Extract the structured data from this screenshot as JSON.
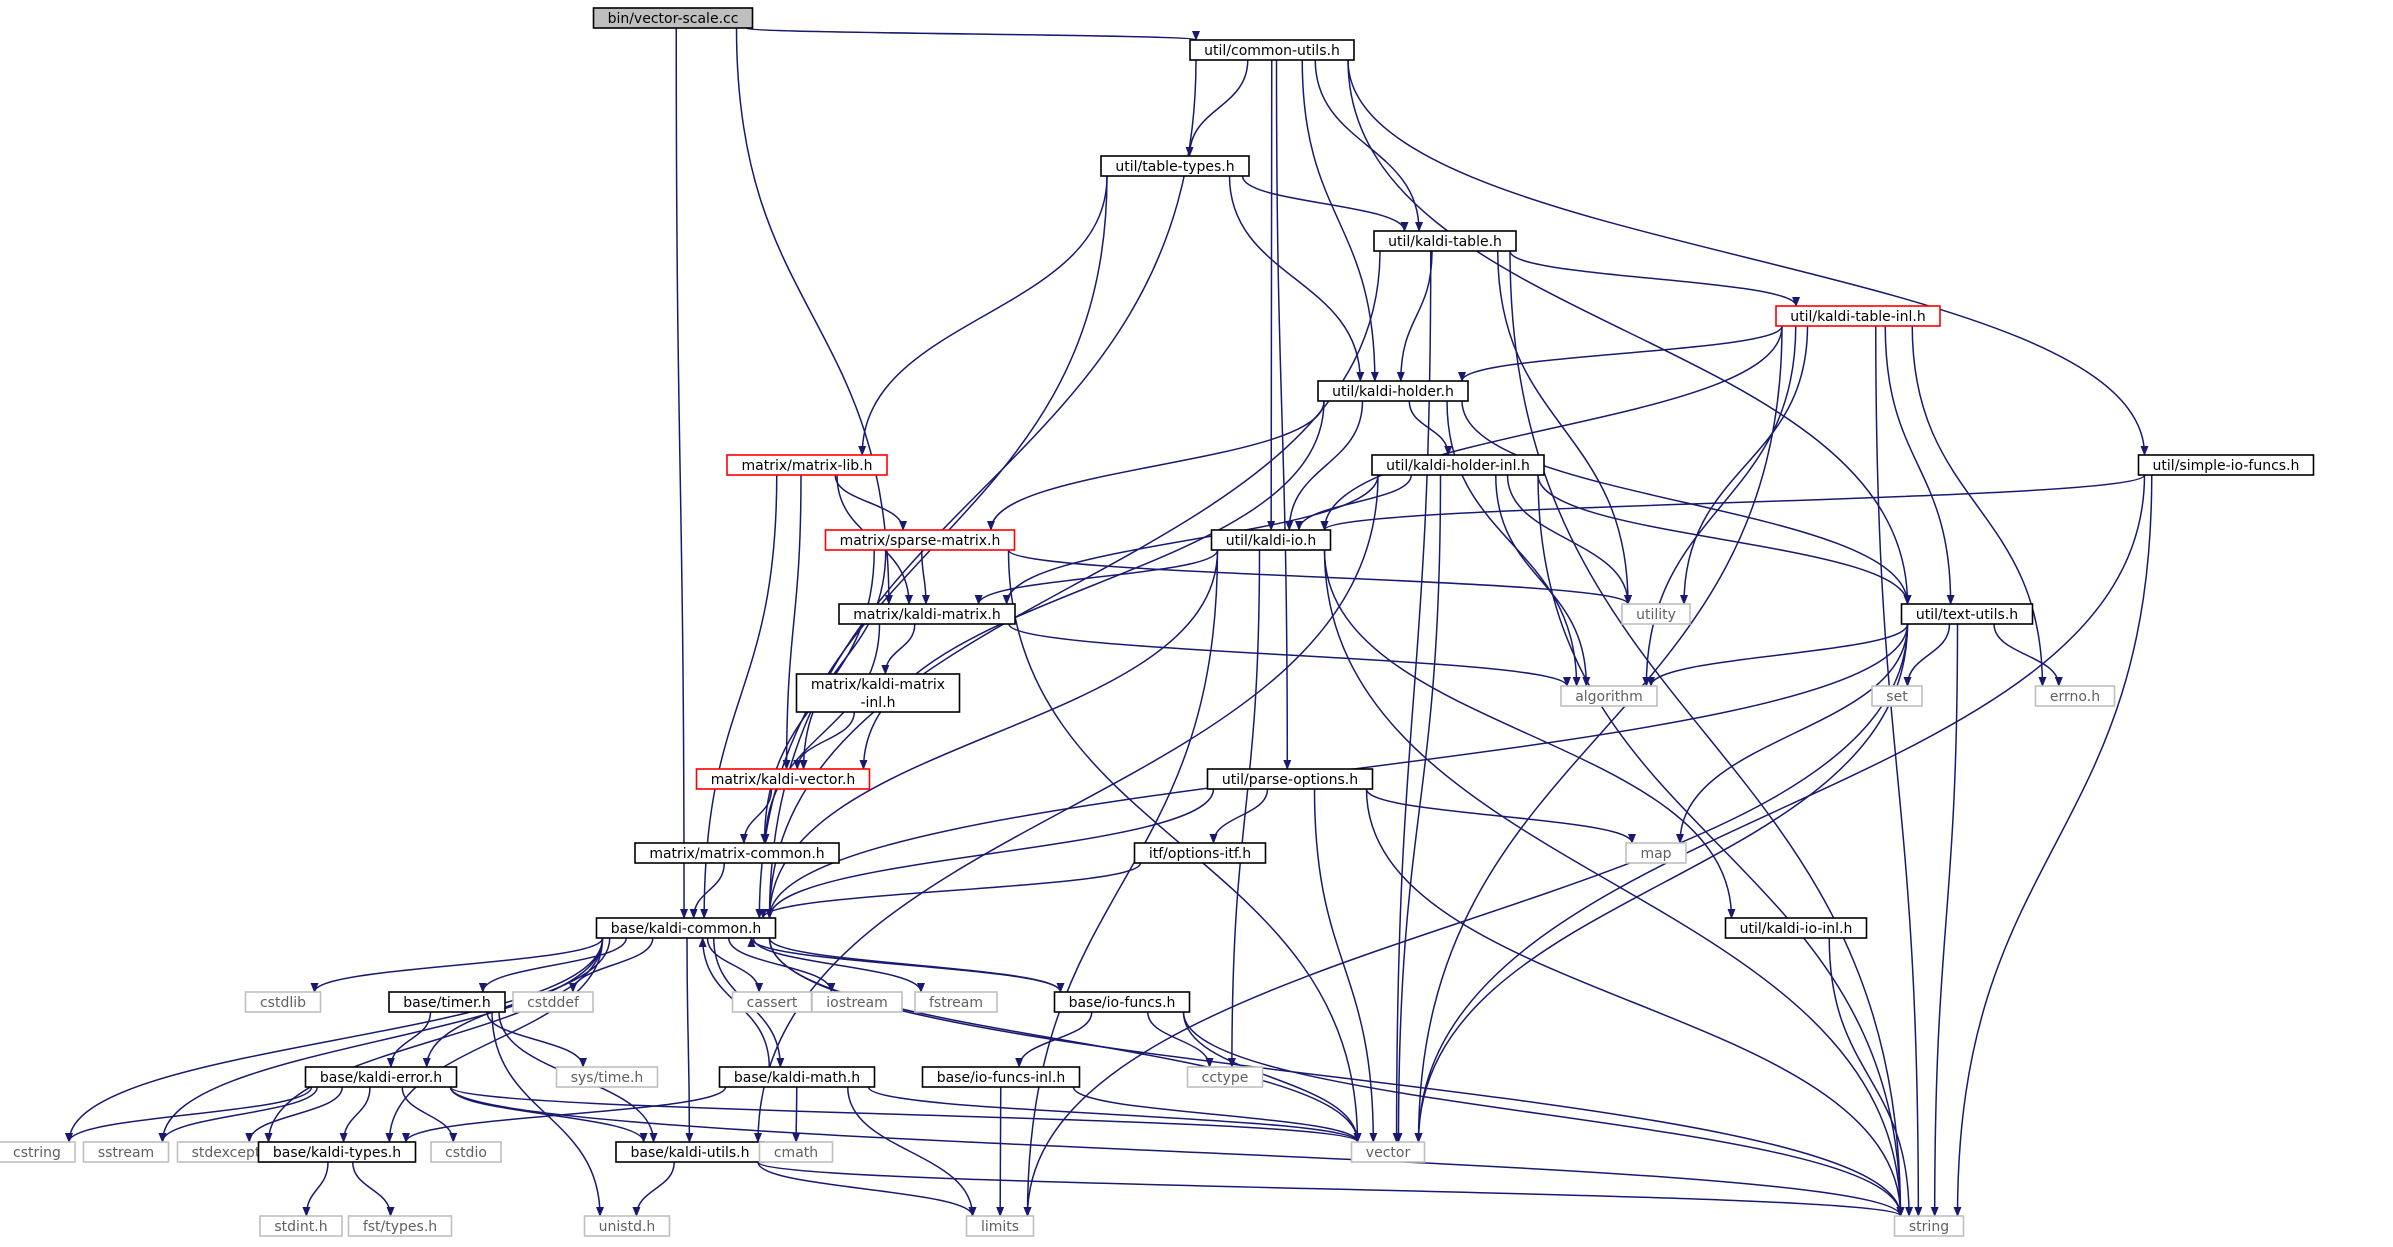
{
  "diagram_type": "include-dependency-graph",
  "colors": {
    "edge": "#191970",
    "root_fill": "#bfbfbf",
    "documented_border": "#000000",
    "truncated_border": "#ff0000",
    "system_border": "#bfbfbf",
    "system_text": "#606060"
  },
  "nodes": [
    {
      "id": "vector-scale",
      "label": "bin/vector-scale.cc",
      "kind": "root"
    },
    {
      "id": "common-utils",
      "label": "util/common-utils.h",
      "kind": "file"
    },
    {
      "id": "table-types",
      "label": "util/table-types.h",
      "kind": "file"
    },
    {
      "id": "kaldi-table",
      "label": "util/kaldi-table.h",
      "kind": "file"
    },
    {
      "id": "kaldi-table-inl",
      "label": "util/kaldi-table-inl.h",
      "kind": "truncated"
    },
    {
      "id": "kaldi-holder",
      "label": "util/kaldi-holder.h",
      "kind": "file"
    },
    {
      "id": "kaldi-holder-inl",
      "label": "util/kaldi-holder-inl.h",
      "kind": "file"
    },
    {
      "id": "simple-io-funcs",
      "label": "util/simple-io-funcs.h",
      "kind": "file"
    },
    {
      "id": "matrix-lib",
      "label": "matrix/matrix-lib.h",
      "kind": "truncated"
    },
    {
      "id": "sparse-matrix",
      "label": "matrix/sparse-matrix.h",
      "kind": "truncated"
    },
    {
      "id": "kaldi-io",
      "label": "util/kaldi-io.h",
      "kind": "file"
    },
    {
      "id": "kaldi-matrix",
      "label": "matrix/kaldi-matrix.h",
      "kind": "file"
    },
    {
      "id": "utility",
      "label": "utility",
      "kind": "system"
    },
    {
      "id": "text-utils",
      "label": "util/text-utils.h",
      "kind": "file"
    },
    {
      "id": "kaldi-matrix-inl",
      "label": "matrix/kaldi-matrix\n-inl.h",
      "kind": "file"
    },
    {
      "id": "algorithm",
      "label": "algorithm",
      "kind": "system"
    },
    {
      "id": "set",
      "label": "set",
      "kind": "system"
    },
    {
      "id": "errno",
      "label": "errno.h",
      "kind": "system"
    },
    {
      "id": "kaldi-vector",
      "label": "matrix/kaldi-vector.h",
      "kind": "truncated"
    },
    {
      "id": "parse-options",
      "label": "util/parse-options.h",
      "kind": "file"
    },
    {
      "id": "matrix-common",
      "label": "matrix/matrix-common.h",
      "kind": "file"
    },
    {
      "id": "options-itf",
      "label": "itf/options-itf.h",
      "kind": "file"
    },
    {
      "id": "map",
      "label": "map",
      "kind": "system"
    },
    {
      "id": "kaldi-common",
      "label": "base/kaldi-common.h",
      "kind": "file"
    },
    {
      "id": "kaldi-io-inl",
      "label": "util/kaldi-io-inl.h",
      "kind": "file"
    },
    {
      "id": "cstdlib",
      "label": "cstdlib",
      "kind": "system"
    },
    {
      "id": "timer",
      "label": "base/timer.h",
      "kind": "file"
    },
    {
      "id": "cstddef",
      "label": "cstddef",
      "kind": "system"
    },
    {
      "id": "cassert",
      "label": "cassert",
      "kind": "system"
    },
    {
      "id": "iostream",
      "label": "iostream",
      "kind": "system"
    },
    {
      "id": "fstream",
      "label": "fstream",
      "kind": "system"
    },
    {
      "id": "io-funcs",
      "label": "base/io-funcs.h",
      "kind": "file"
    },
    {
      "id": "sys-time",
      "label": "sys/time.h",
      "kind": "system"
    },
    {
      "id": "cctype",
      "label": "cctype",
      "kind": "system"
    },
    {
      "id": "kaldi-error",
      "label": "base/kaldi-error.h",
      "kind": "file"
    },
    {
      "id": "kaldi-math",
      "label": "base/kaldi-math.h",
      "kind": "file"
    },
    {
      "id": "io-funcs-inl",
      "label": "base/io-funcs-inl.h",
      "kind": "file"
    },
    {
      "id": "cstring",
      "label": "cstring",
      "kind": "system"
    },
    {
      "id": "sstream",
      "label": "sstream",
      "kind": "system"
    },
    {
      "id": "stdexcept",
      "label": "stdexcept",
      "kind": "system"
    },
    {
      "id": "kaldi-types",
      "label": "base/kaldi-types.h",
      "kind": "file"
    },
    {
      "id": "cstdio",
      "label": "cstdio",
      "kind": "system"
    },
    {
      "id": "kaldi-utils",
      "label": "base/kaldi-utils.h",
      "kind": "file"
    },
    {
      "id": "cmath",
      "label": "cmath",
      "kind": "system"
    },
    {
      "id": "vector",
      "label": "vector",
      "kind": "system"
    },
    {
      "id": "stdint",
      "label": "stdint.h",
      "kind": "system"
    },
    {
      "id": "fst-types",
      "label": "fst/types.h",
      "kind": "system"
    },
    {
      "id": "unistd",
      "label": "unistd.h",
      "kind": "system"
    },
    {
      "id": "limits",
      "label": "limits",
      "kind": "system"
    },
    {
      "id": "string",
      "label": "string",
      "kind": "system"
    }
  ],
  "edges": [
    [
      "vector-scale",
      "common-utils"
    ],
    [
      "vector-scale",
      "kaldi-matrix"
    ],
    [
      "vector-scale",
      "kaldi-common"
    ],
    [
      "common-utils",
      "table-types"
    ],
    [
      "common-utils",
      "kaldi-table"
    ],
    [
      "common-utils",
      "kaldi-holder"
    ],
    [
      "common-utils",
      "kaldi-io"
    ],
    [
      "common-utils",
      "parse-options"
    ],
    [
      "common-utils",
      "text-utils"
    ],
    [
      "common-utils",
      "simple-io-funcs"
    ],
    [
      "common-utils",
      "kaldi-common"
    ],
    [
      "table-types",
      "kaldi-table"
    ],
    [
      "table-types",
      "kaldi-holder"
    ],
    [
      "table-types",
      "matrix-lib"
    ],
    [
      "table-types",
      "kaldi-common"
    ],
    [
      "kaldi-table",
      "kaldi-table-inl"
    ],
    [
      "kaldi-table",
      "kaldi-holder"
    ],
    [
      "kaldi-table",
      "utility"
    ],
    [
      "kaldi-table",
      "kaldi-common"
    ],
    [
      "kaldi-table",
      "vector"
    ],
    [
      "kaldi-table",
      "string"
    ],
    [
      "kaldi-table-inl",
      "kaldi-holder"
    ],
    [
      "kaldi-table-inl",
      "kaldi-io"
    ],
    [
      "kaldi-table-inl",
      "text-utils"
    ],
    [
      "kaldi-table-inl",
      "utility"
    ],
    [
      "kaldi-table-inl",
      "algorithm"
    ],
    [
      "kaldi-table-inl",
      "errno"
    ],
    [
      "kaldi-table-inl",
      "vector"
    ],
    [
      "kaldi-table-inl",
      "string"
    ],
    [
      "kaldi-holder",
      "kaldi-holder-inl"
    ],
    [
      "kaldi-holder",
      "kaldi-io"
    ],
    [
      "kaldi-holder",
      "sparse-matrix"
    ],
    [
      "kaldi-holder",
      "kaldi-vector"
    ],
    [
      "kaldi-holder",
      "text-utils"
    ],
    [
      "kaldi-holder",
      "algorithm"
    ],
    [
      "kaldi-holder-inl",
      "kaldi-io"
    ],
    [
      "kaldi-holder-inl",
      "kaldi-matrix"
    ],
    [
      "kaldi-holder-inl",
      "text-utils"
    ],
    [
      "kaldi-holder-inl",
      "utility"
    ],
    [
      "kaldi-holder-inl",
      "algorithm"
    ],
    [
      "kaldi-holder-inl",
      "kaldi-utils"
    ],
    [
      "kaldi-holder-inl",
      "vector"
    ],
    [
      "kaldi-holder-inl",
      "string"
    ],
    [
      "simple-io-funcs",
      "kaldi-io"
    ],
    [
      "simple-io-funcs",
      "vector"
    ],
    [
      "simple-io-funcs",
      "string"
    ],
    [
      "matrix-lib",
      "sparse-matrix"
    ],
    [
      "matrix-lib",
      "kaldi-matrix"
    ],
    [
      "matrix-lib",
      "kaldi-vector"
    ],
    [
      "matrix-lib",
      "kaldi-common"
    ],
    [
      "sparse-matrix",
      "kaldi-matrix"
    ],
    [
      "sparse-matrix",
      "kaldi-vector"
    ],
    [
      "sparse-matrix",
      "matrix-common"
    ],
    [
      "sparse-matrix",
      "utility"
    ],
    [
      "sparse-matrix",
      "vector"
    ],
    [
      "kaldi-io",
      "kaldi-matrix"
    ],
    [
      "kaldi-io",
      "kaldi-io-inl"
    ],
    [
      "kaldi-io",
      "kaldi-common"
    ],
    [
      "kaldi-io",
      "cctype"
    ],
    [
      "kaldi-io",
      "limits"
    ],
    [
      "kaldi-io",
      "string"
    ],
    [
      "kaldi-matrix",
      "kaldi-matrix-inl"
    ],
    [
      "kaldi-matrix",
      "matrix-common"
    ],
    [
      "kaldi-matrix",
      "algorithm"
    ],
    [
      "kaldi-matrix-inl",
      "kaldi-vector"
    ],
    [
      "kaldi-vector",
      "matrix-common"
    ],
    [
      "matrix-common",
      "kaldi-common"
    ],
    [
      "text-utils",
      "algorithm"
    ],
    [
      "text-utils",
      "set"
    ],
    [
      "text-utils",
      "errno"
    ],
    [
      "text-utils",
      "map"
    ],
    [
      "text-utils",
      "kaldi-common"
    ],
    [
      "text-utils",
      "vector"
    ],
    [
      "text-utils",
      "limits"
    ],
    [
      "text-utils",
      "string"
    ],
    [
      "parse-options",
      "options-itf"
    ],
    [
      "parse-options",
      "map"
    ],
    [
      "parse-options",
      "kaldi-common"
    ],
    [
      "parse-options",
      "vector"
    ],
    [
      "parse-options",
      "string"
    ],
    [
      "options-itf",
      "kaldi-common"
    ],
    [
      "kaldi-io-inl",
      "string"
    ],
    [
      "kaldi-common",
      "cstdlib"
    ],
    [
      "kaldi-common",
      "timer"
    ],
    [
      "kaldi-common",
      "cstddef"
    ],
    [
      "kaldi-common",
      "cassert"
    ],
    [
      "kaldi-common",
      "iostream"
    ],
    [
      "kaldi-common",
      "fstream"
    ],
    [
      "kaldi-common",
      "io-funcs"
    ],
    [
      "kaldi-common",
      "kaldi-error"
    ],
    [
      "kaldi-common",
      "kaldi-math"
    ],
    [
      "kaldi-common",
      "cstring"
    ],
    [
      "kaldi-common",
      "sstream"
    ],
    [
      "kaldi-common",
      "stdexcept"
    ],
    [
      "kaldi-common",
      "kaldi-types"
    ],
    [
      "kaldi-common",
      "kaldi-utils"
    ],
    [
      "kaldi-common",
      "vector"
    ],
    [
      "kaldi-common",
      "string"
    ],
    [
      "timer",
      "kaldi-error"
    ],
    [
      "timer",
      "sys-time"
    ],
    [
      "timer",
      "kaldi-utils"
    ],
    [
      "timer",
      "unistd"
    ],
    [
      "io-funcs",
      "kaldi-common"
    ],
    [
      "io-funcs",
      "io-funcs-inl"
    ],
    [
      "io-funcs",
      "cctype"
    ],
    [
      "io-funcs",
      "vector"
    ],
    [
      "io-funcs",
      "string"
    ],
    [
      "io-funcs-inl",
      "limits"
    ],
    [
      "io-funcs-inl",
      "vector"
    ],
    [
      "kaldi-error",
      "cstring"
    ],
    [
      "kaldi-error",
      "sstream"
    ],
    [
      "kaldi-error",
      "stdexcept"
    ],
    [
      "kaldi-error",
      "kaldi-types"
    ],
    [
      "kaldi-error",
      "cstdio"
    ],
    [
      "kaldi-error",
      "kaldi-utils"
    ],
    [
      "kaldi-error",
      "vector"
    ],
    [
      "kaldi-error",
      "string"
    ],
    [
      "kaldi-math",
      "kaldi-common"
    ],
    [
      "kaldi-math",
      "kaldi-types"
    ],
    [
      "kaldi-math",
      "cmath"
    ],
    [
      "kaldi-math",
      "limits"
    ],
    [
      "kaldi-math",
      "vector"
    ],
    [
      "kaldi-types",
      "stdint"
    ],
    [
      "kaldi-types",
      "fst-types"
    ],
    [
      "kaldi-utils",
      "unistd"
    ],
    [
      "kaldi-utils",
      "limits"
    ],
    [
      "kaldi-utils",
      "string"
    ]
  ]
}
